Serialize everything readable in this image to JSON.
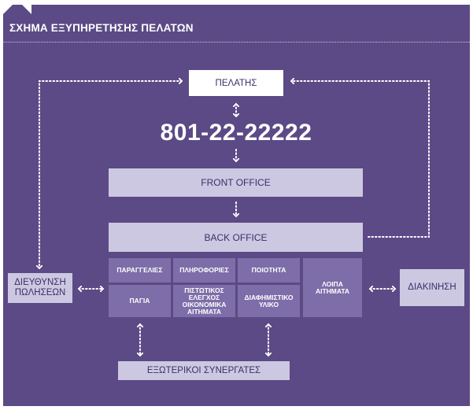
{
  "title": "ΣΧΗΜΑ ΕΞΥΠΗΡΕΤΗΣΗΣ ΠΕΛΑΤΩΝ",
  "nodes": {
    "customer": "ΠΕΛΑΤΗΣ",
    "phone": "801-22-22222",
    "front_office": "FRONT OFFICE",
    "back_office": "BACK OFFICE",
    "orders": "ΠΑΡΑΓΓΕΛΙΕΣ",
    "information": "ΠΛΗΡΟΦΟΡΙΕΣ",
    "quality": "ΠΟΙΟΤΗΤΑ",
    "assets": "ΠΑΓΙΑ",
    "credit_line1": "ΠΙΣΤΩΤΙΚΟΣ",
    "credit_line2": "ΕΛΕΓΧΟΣ",
    "credit_line3": "ΟΙΚΟΝΟΜΙΚΑ",
    "credit_line4": "ΑΙΤΗΜΑΤΑ",
    "advertising_line1": "ΔΙΑΦΗΜΙΣΤΙΚΟ",
    "advertising_line2": "ΥΛΙΚΟ",
    "other_line1": "ΛΟΙΠΑ",
    "other_line2": "ΑΙΤΗΜΑΤΑ",
    "sales_line1": "ΔΙΕΥΘΥΝΣΗ",
    "sales_line2": "ΠΩΛΗΣΕΩΝ",
    "distribution": "ΔΙΑΚΙΝΗΣΗ",
    "external_partners": "ΕΞΩΤΕΡΙΚΟΙ ΣΥΝΕΡΓΑΤΕΣ"
  },
  "colors": {
    "background": "#5b4a86",
    "light_box": "#cdc8e2",
    "category_cell": "#7d6da8",
    "text_dark": "#3c2f66",
    "connector": "#ffffff"
  }
}
